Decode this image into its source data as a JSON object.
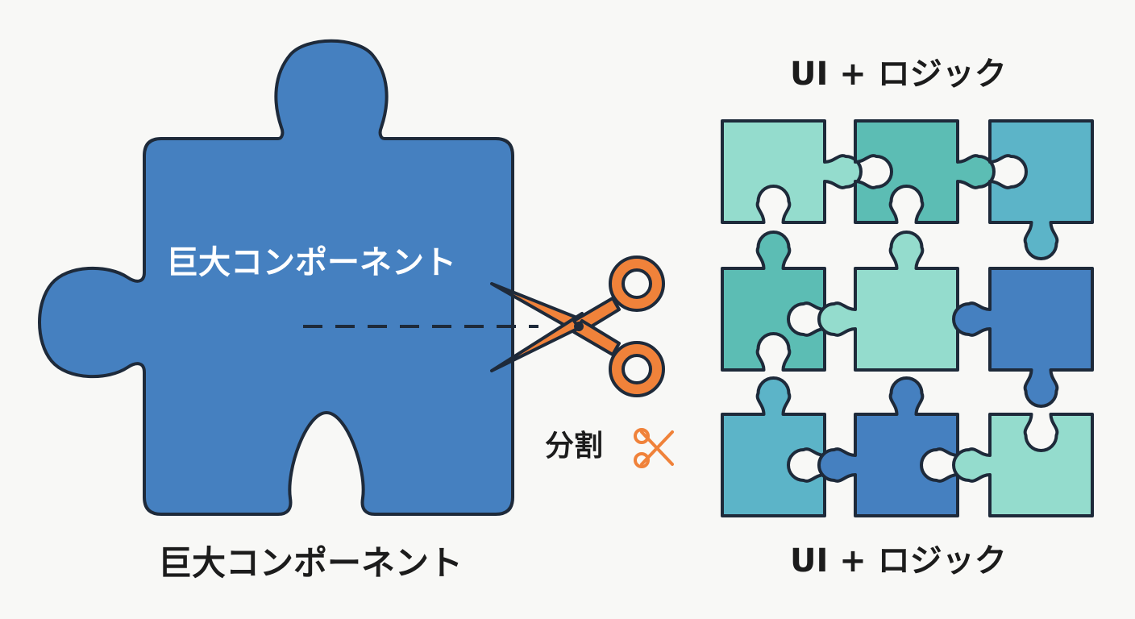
{
  "labels": {
    "big_component_inner": "巨大コンポーネント",
    "big_component_caption": "巨大コンポーネント",
    "right_title": "UI + ロジック",
    "right_caption": "UI + ロジック",
    "split": "分割"
  },
  "icons": {
    "big_piece": "puzzle-piece-icon",
    "scissors": "scissors-icon",
    "small_scissors": "scissors-icon",
    "small_pieces": "puzzle-piece-icon"
  },
  "colors": {
    "background": "#f8f8f6",
    "outline": "#1e2a3a",
    "big_piece": "#4580c0",
    "piece_pale": "#94dccd",
    "piece_teal": "#5cbdb4",
    "piece_sky": "#5cb4c8",
    "piece_blue": "#4580c0",
    "scissors": "#f0823a",
    "text": "#1c1c1c",
    "text_on_piece": "#ffffff"
  },
  "grid": {
    "rows": 3,
    "cols": 3,
    "piece_colors": [
      [
        "piece_pale",
        "piece_teal",
        "piece_sky"
      ],
      [
        "piece_teal",
        "piece_pale",
        "piece_blue"
      ],
      [
        "piece_sky",
        "piece_blue",
        "piece_pale"
      ]
    ]
  }
}
